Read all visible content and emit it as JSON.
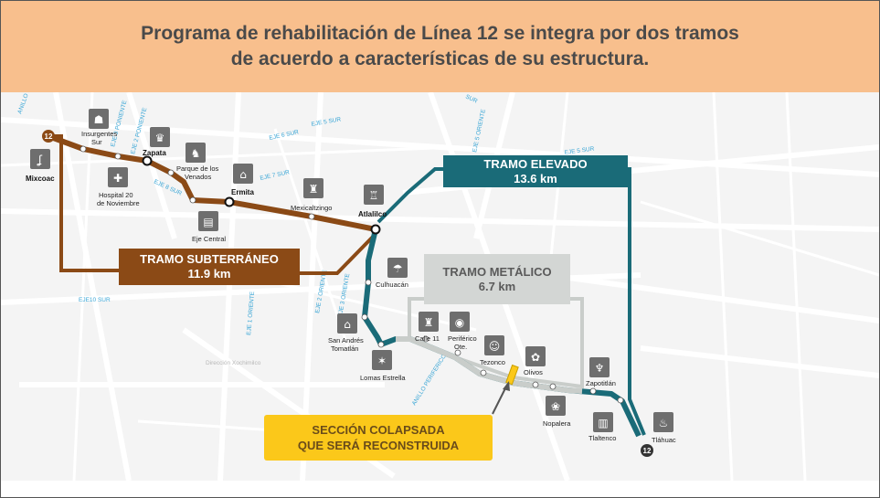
{
  "header": {
    "line1": "Programa de rehabilitación de Línea 12 se integra por dos tramos",
    "line2": "de acuerdo a características de su estructura."
  },
  "colors": {
    "header_bg": "#f8bf8d",
    "subterraneo": "#8b4a16",
    "elevado": "#1a6b78",
    "metalico": "#c9cdca",
    "colapso": "#fbc81a"
  },
  "sections": {
    "subterraneo": {
      "name": "TRAMO SUBTERRÁNEO",
      "length": "11.9 km"
    },
    "elevado": {
      "name": "TRAMO ELEVADO",
      "length": "13.6 km"
    },
    "metalico": {
      "name": "TRAMO METÁLICO",
      "length": "6.7 km"
    }
  },
  "colapso": {
    "line1": "SECCIÓN COLAPSADA",
    "line2": "QUE SERÁ RECONSTRUIDA"
  },
  "line_badge": "12",
  "stations": {
    "mixcoac": "Mixcoac",
    "insurgentes_sur_1": "Insurgentes",
    "insurgentes_sur_2": "Sur",
    "hospital_1": "Hospital 20",
    "hospital_2": "de Noviembre",
    "zapata": "Zapata",
    "parque_1": "Parque de los",
    "parque_2": "Venados",
    "eje_central": "Eje Central",
    "ermita": "Ermita",
    "mexicaltzingo": "Mexicaltzingo",
    "atlalilco": "Atlalilco",
    "culhuacan": "Culhuacán",
    "san_andres_1": "San Andrés",
    "san_andres_2": "Tomatlán",
    "lomas_estrella": "Lomas Estrella",
    "calle11": "Calle 11",
    "periferico_1": "Periférico",
    "periferico_2": "Ote.",
    "tezonco": "Tezonco",
    "olivos": "Olivos",
    "nopalera": "Nopalera",
    "zapotitlan": "Zapotitlán",
    "tlaltenco": "Tlaltenco",
    "tlahuac": "Tláhuac"
  },
  "streets": {
    "eje5sur_a": "EJE 5 SUR",
    "eje5sur_b": "EJE 5 SUR",
    "eje6sur": "EJE 6 SUR",
    "eje7sur": "EJE 7 SUR",
    "eje8sur": "EJE 8 SUR",
    "eje10sur": "EJE10 SUR",
    "eje3poniente": "EJE 3 PONIENTE",
    "eje2poniente": "EJE 2 PONIENTE",
    "eje1oriente": "EJE 1 ORIENTE",
    "eje2oriente": "EJE 2 ORIENTE",
    "eje3oriente": "EJE 3 ORIENTE",
    "eje5oriente": "EJE 5 ORIENTE",
    "anillo_top": "ANILLO PERIF",
    "anillo_bottom": "ANILLO PERIFERICO",
    "sur_top": "SUR",
    "direccion": "Dirección Xochimilco"
  }
}
